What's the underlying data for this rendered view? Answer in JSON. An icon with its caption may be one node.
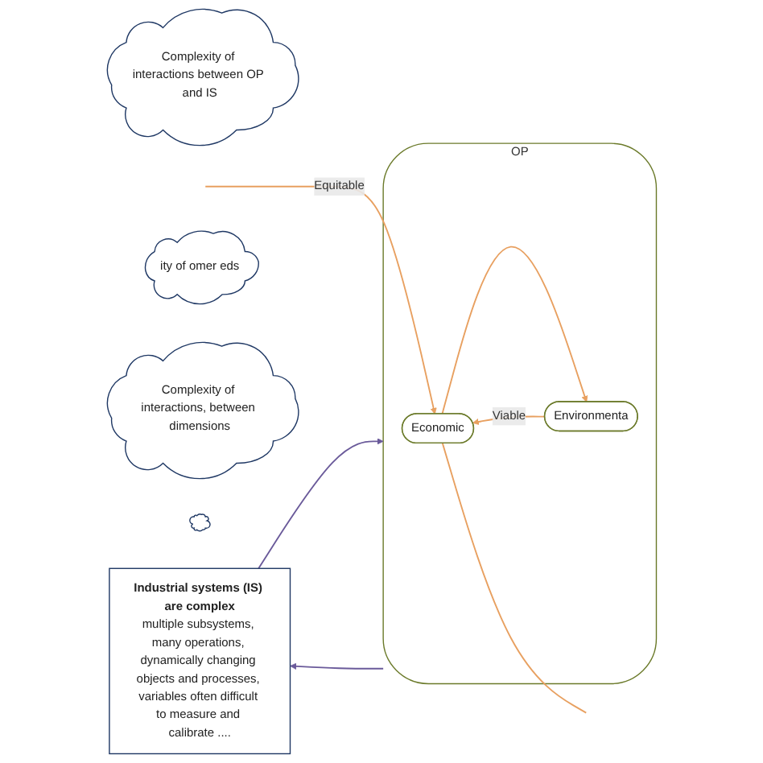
{
  "diagram": {
    "nodes": [
      {
        "text": [
          "Complexity of interactions between OP and IS"
        ]
      },
      {
        "text": [
          "Industrial systems (IS) are complex",
          "multiple subsystems, many operations, dynamically changing objects and processes, variables often difficult to measure and calibrate ...."
        ]
      },
      {
        "text": [
          "OP"
        ]
      },
      {
        "text": [
          "Economic"
        ],
        "in": 2
      },
      {
        "text": [
          "Environmenta"
        ],
        "in": 2
      },
      {
        "text": [
          "ity of omer eds"
        ]
      },
      {
        "text": [
          "Complexity of interactions, between dimensions"
        ]
      },
      {
        "text": [],
        "shape": "cloud"
      }
    ],
    "edges": [
      {
        "from": 1,
        "to": 2,
        "arrow": "to",
        "color": "#6a5a9a"
      },
      {
        "from": 2,
        "to": 1,
        "arrow": "to",
        "color": "#6a5a9a"
      },
      {
        "from": null,
        "to": 3,
        "arrow": "to",
        "label": "Equitable",
        "color": "#e8a060"
      },
      {
        "from": 3,
        "to": null,
        "arrow": "none",
        "color": "#e8a060"
      },
      {
        "from": 3,
        "to": 4,
        "arrow": "to",
        "color": "#e8a060"
      },
      {
        "from": 4,
        "to": 3,
        "arrow": "to",
        "label": "Viable",
        "color": "#e8a060"
      }
    ]
  }
}
